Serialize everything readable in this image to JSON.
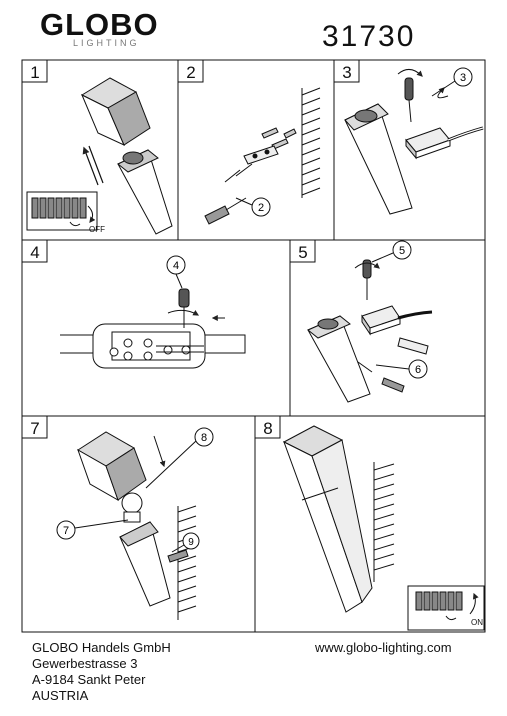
{
  "brand": {
    "name": "GLOBO",
    "tagline": "LIGHTING"
  },
  "model_number": "31730",
  "steps": [
    "1",
    "2",
    "3",
    "4",
    "5",
    "7",
    "8"
  ],
  "callouts": [
    "2",
    "3",
    "4",
    "5",
    "6",
    "7",
    "8",
    "9"
  ],
  "switch_labels": {
    "off": "OFF",
    "on": "ON"
  },
  "address": {
    "company": "GLOBO Handels GmbH",
    "street": "Gewerbestrasse 3",
    "city": "A-9184 Sankt Peter",
    "country": "AUSTRIA"
  },
  "website": "www.globo-lighting.com"
}
